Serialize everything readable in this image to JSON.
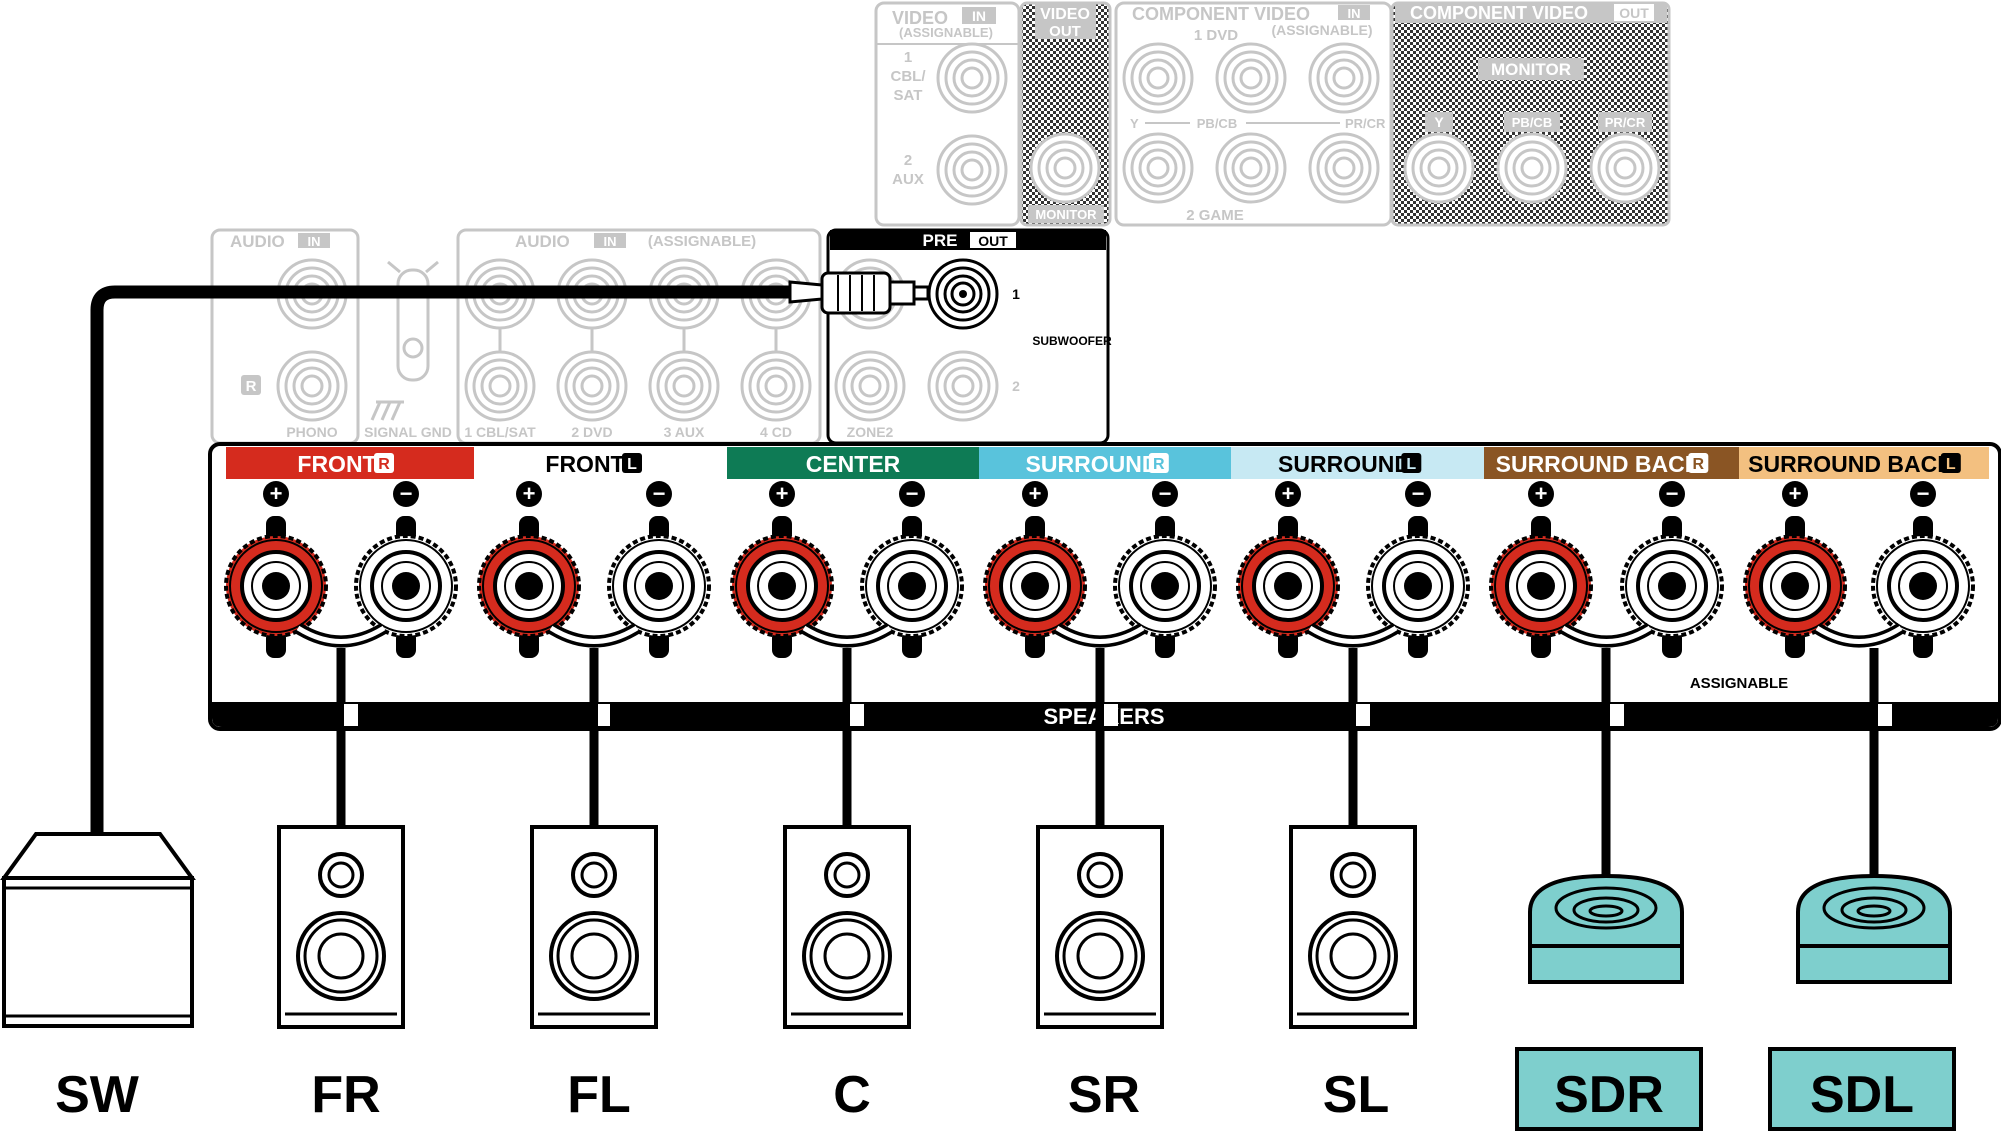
{
  "top_panels": {
    "video_in": {
      "title": "VIDEO",
      "badge": "IN",
      "sub": "(ASSIGNABLE)",
      "input1_a": "1",
      "input1_b": "CBL/",
      "input1_c": "SAT",
      "input2_a": "2",
      "input2_b": "AUX"
    },
    "video_out": {
      "title": "VIDEO",
      "badge": "OUT",
      "jack_label": "MONITOR"
    },
    "component_in": {
      "title": "COMPONENT VIDEO",
      "badge": "IN",
      "sub": "(ASSIGNABLE)",
      "row1": "1 DVD",
      "row2": "2 GAME",
      "y": "Y",
      "pb": "PB/CB",
      "pr": "PR/CR"
    },
    "component_out": {
      "title": "COMPONENT VIDEO",
      "badge": "OUT",
      "monitor": "MONITOR",
      "y": "Y",
      "pb": "PB/CB",
      "pr": "PR/CR"
    },
    "audio_in_phono": {
      "title": "AUDIO",
      "badge": "IN",
      "r": "R",
      "phono": "PHONO",
      "signal_gnd": "SIGNAL GND"
    },
    "audio_in_assign": {
      "title": "AUDIO",
      "badge": "IN",
      "sub": "(ASSIGNABLE)",
      "jacks": [
        "1 CBL/SAT",
        "2 DVD",
        "3 AUX",
        "4 CD"
      ]
    },
    "pre_out": {
      "title": "PRE",
      "badge": "OUT",
      "n1": "1",
      "n2": "2",
      "subwoofer": "SUBWOOFER",
      "zone2": "ZONE2"
    }
  },
  "speaker_panel": {
    "speakers_label": "SPEAKERS",
    "assignable_label": "ASSIGNABLE",
    "channels": [
      {
        "name": "FRONT",
        "badge": "R",
        "color": "#d52b1e",
        "text_color": "#ffffff"
      },
      {
        "name": "FRONT",
        "badge": "L",
        "color": "#ffffff",
        "text_color": "#000000"
      },
      {
        "name": "CENTER",
        "badge": "",
        "color": "#0e7b55",
        "text_color": "#ffffff"
      },
      {
        "name": "SURROUND",
        "badge": "R",
        "color": "#59c3dc",
        "text_color": "#ffffff"
      },
      {
        "name": "SURROUND",
        "badge": "L",
        "color": "#c7e9f3",
        "text_color": "#000000"
      },
      {
        "name": "SURROUND BACK",
        "badge": "R",
        "color": "#8a5524",
        "text_color": "#ffffff"
      },
      {
        "name": "SURROUND BACK",
        "badge": "L",
        "color": "#f3c080",
        "text_color": "#000000"
      }
    ]
  },
  "speakers": [
    "SW",
    "FR",
    "FL",
    "C",
    "SR",
    "SL",
    "SDR",
    "SDL"
  ],
  "colors": {
    "positive": "#d52b1e",
    "sdr_sdl_fill": "#7ecfcd",
    "faint": "#c6c6c6"
  }
}
